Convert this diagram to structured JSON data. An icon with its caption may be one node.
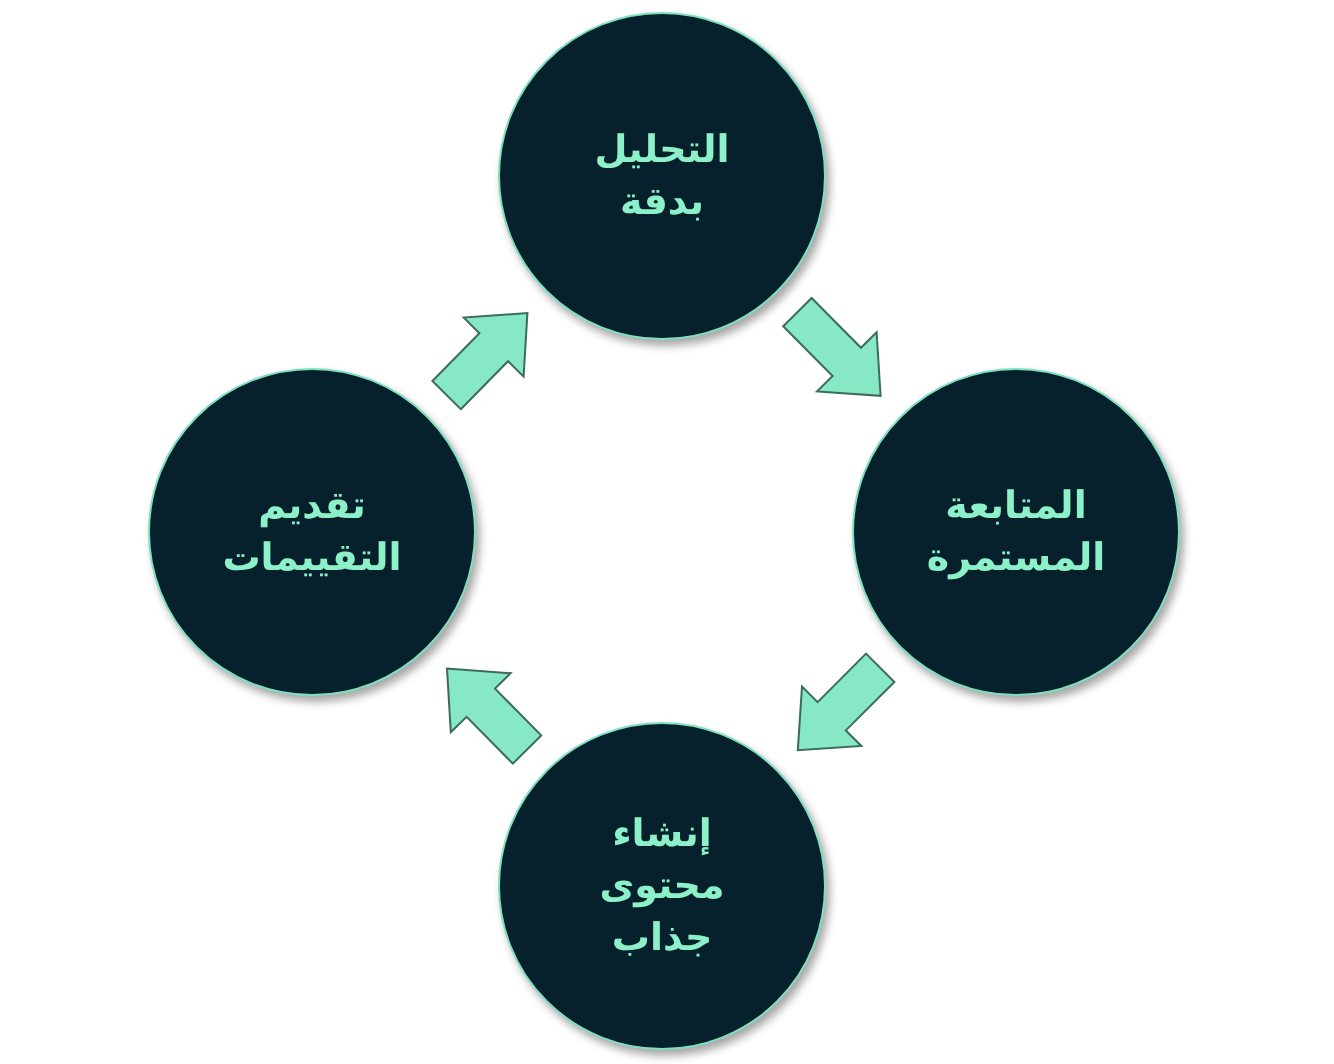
{
  "diagram": {
    "nodes": [
      {
        "text": [
          "التحليل بدقة"
        ]
      },
      {
        "text": [
          "المتابعة المستمرة"
        ]
      },
      {
        "text": [
          "إنشاء محتوى جذاب"
        ]
      },
      {
        "text": [
          "تقديم التقييمات"
        ]
      }
    ],
    "edges": [
      {
        "from": 0,
        "to": 1,
        "arrow": "to"
      },
      {
        "from": 1,
        "to": 2,
        "arrow": "to"
      },
      {
        "from": 2,
        "to": 3,
        "arrow": "to"
      },
      {
        "from": 3,
        "to": 0,
        "arrow": "to"
      }
    ]
  }
}
